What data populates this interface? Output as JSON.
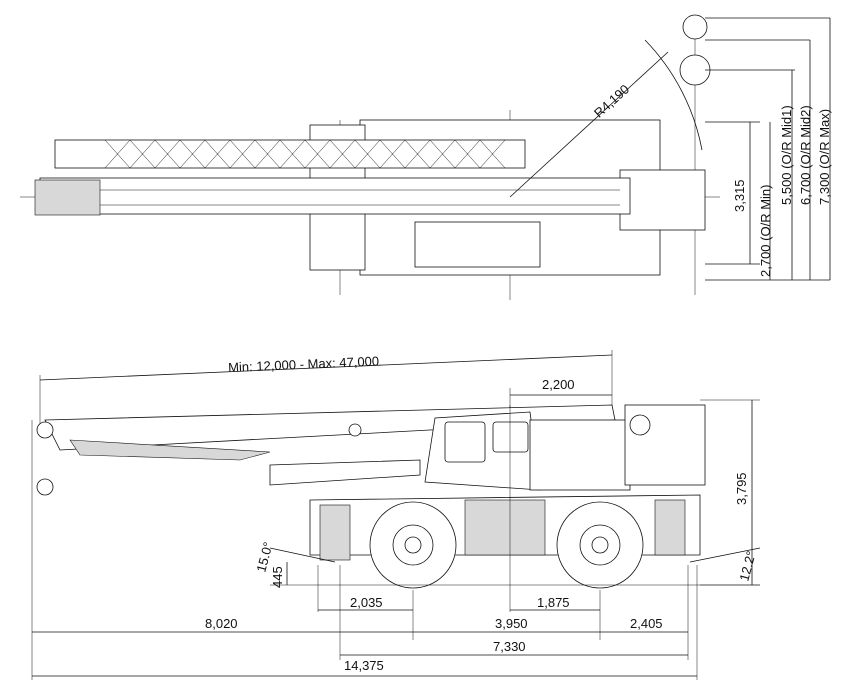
{
  "top_view": {
    "swing_radius": "R4,190",
    "width_label": "3,315",
    "outrigger_min": "2,700 (O/R Min)",
    "outrigger_mid1": "5,500 (O/R Mid1)",
    "outrigger_mid2": "6,700 (O/R Mid2)",
    "outrigger_max": "7,300 (O/R Max)"
  },
  "side_view": {
    "boom_length": "Min: 12,000 - Max: 47,000",
    "cab_offset": "2,200",
    "overall_height": "3,795",
    "approach_angle": "15.0°",
    "ground_clearance": "445",
    "departure_angle": "12.2°",
    "front_axle_offset": "2,035",
    "rear_axle_offset": "1,875",
    "front_overhang": "8,020",
    "wheelbase": "3,950",
    "rear_overhang": "2,405",
    "body_length": "7,330",
    "overall_length": "14,375"
  }
}
